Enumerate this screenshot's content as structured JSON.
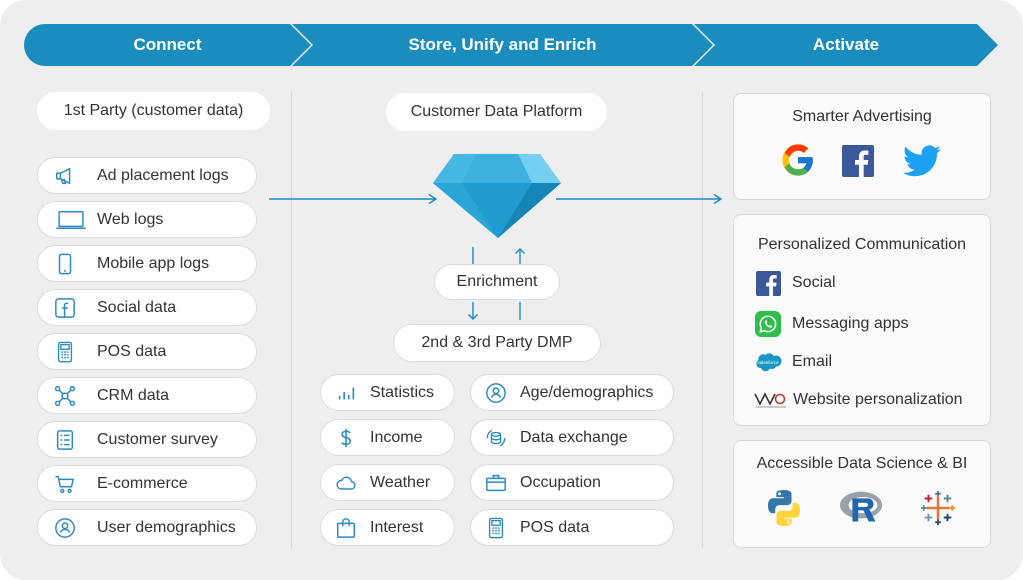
{
  "header": {
    "steps": [
      {
        "label": "Connect"
      },
      {
        "label": "Store, Unify and Enrich"
      },
      {
        "label": "Activate"
      }
    ],
    "color": "#1a8cbe"
  },
  "connect": {
    "title": "1st Party (customer data)",
    "items": [
      {
        "label": "Ad placement logs",
        "icon": "megaphone-icon"
      },
      {
        "label": "Web logs",
        "icon": "laptop-icon"
      },
      {
        "label": "Mobile app logs",
        "icon": "mobile-phone-icon"
      },
      {
        "label": "Social data",
        "icon": "facebook-icon"
      },
      {
        "label": "POS data",
        "icon": "pos-terminal-icon"
      },
      {
        "label": "CRM data",
        "icon": "network-nodes-icon"
      },
      {
        "label": "Customer survey",
        "icon": "survey-checklist-icon"
      },
      {
        "label": "E-commerce",
        "icon": "shopping-cart-icon"
      },
      {
        "label": "User demographics",
        "icon": "user-location-icon"
      }
    ]
  },
  "store": {
    "title": "Customer Data Platform",
    "enrichment": "Enrichment",
    "dmp": "2nd & 3rd Party DMP",
    "items": [
      {
        "label": "Statistics",
        "icon": "bar-chart-icon"
      },
      {
        "label": "Age/demographics",
        "icon": "user-location-icon"
      },
      {
        "label": "Income",
        "icon": "dollar-icon"
      },
      {
        "label": "Data exchange",
        "icon": "database-exchange-icon"
      },
      {
        "label": "Weather",
        "icon": "cloud-icon"
      },
      {
        "label": "Occupation",
        "icon": "briefcase-icon"
      },
      {
        "label": "Interest",
        "icon": "shopping-bag-icon"
      },
      {
        "label": "POS data",
        "icon": "pos-terminal-icon"
      }
    ],
    "diamond_color": "#2aa6d6"
  },
  "activate": {
    "advertising": {
      "title": "Smarter Advertising",
      "logos": [
        "google-logo-icon",
        "facebook-logo-icon",
        "twitter-logo-icon"
      ]
    },
    "communication": {
      "title": "Personalized Communication",
      "items": [
        {
          "label": "Social",
          "icon": "facebook-icon"
        },
        {
          "label": "Messaging apps",
          "icon": "whatsapp-icon"
        },
        {
          "label": "Email",
          "icon": "salesforce-icon"
        },
        {
          "label": "Website personalization",
          "icon": "vwo-logo-icon"
        }
      ]
    },
    "science": {
      "title": "Accessible Data Science & BI",
      "logos": [
        "python-logo-icon",
        "r-logo-icon",
        "tableau-logo-icon"
      ]
    }
  }
}
